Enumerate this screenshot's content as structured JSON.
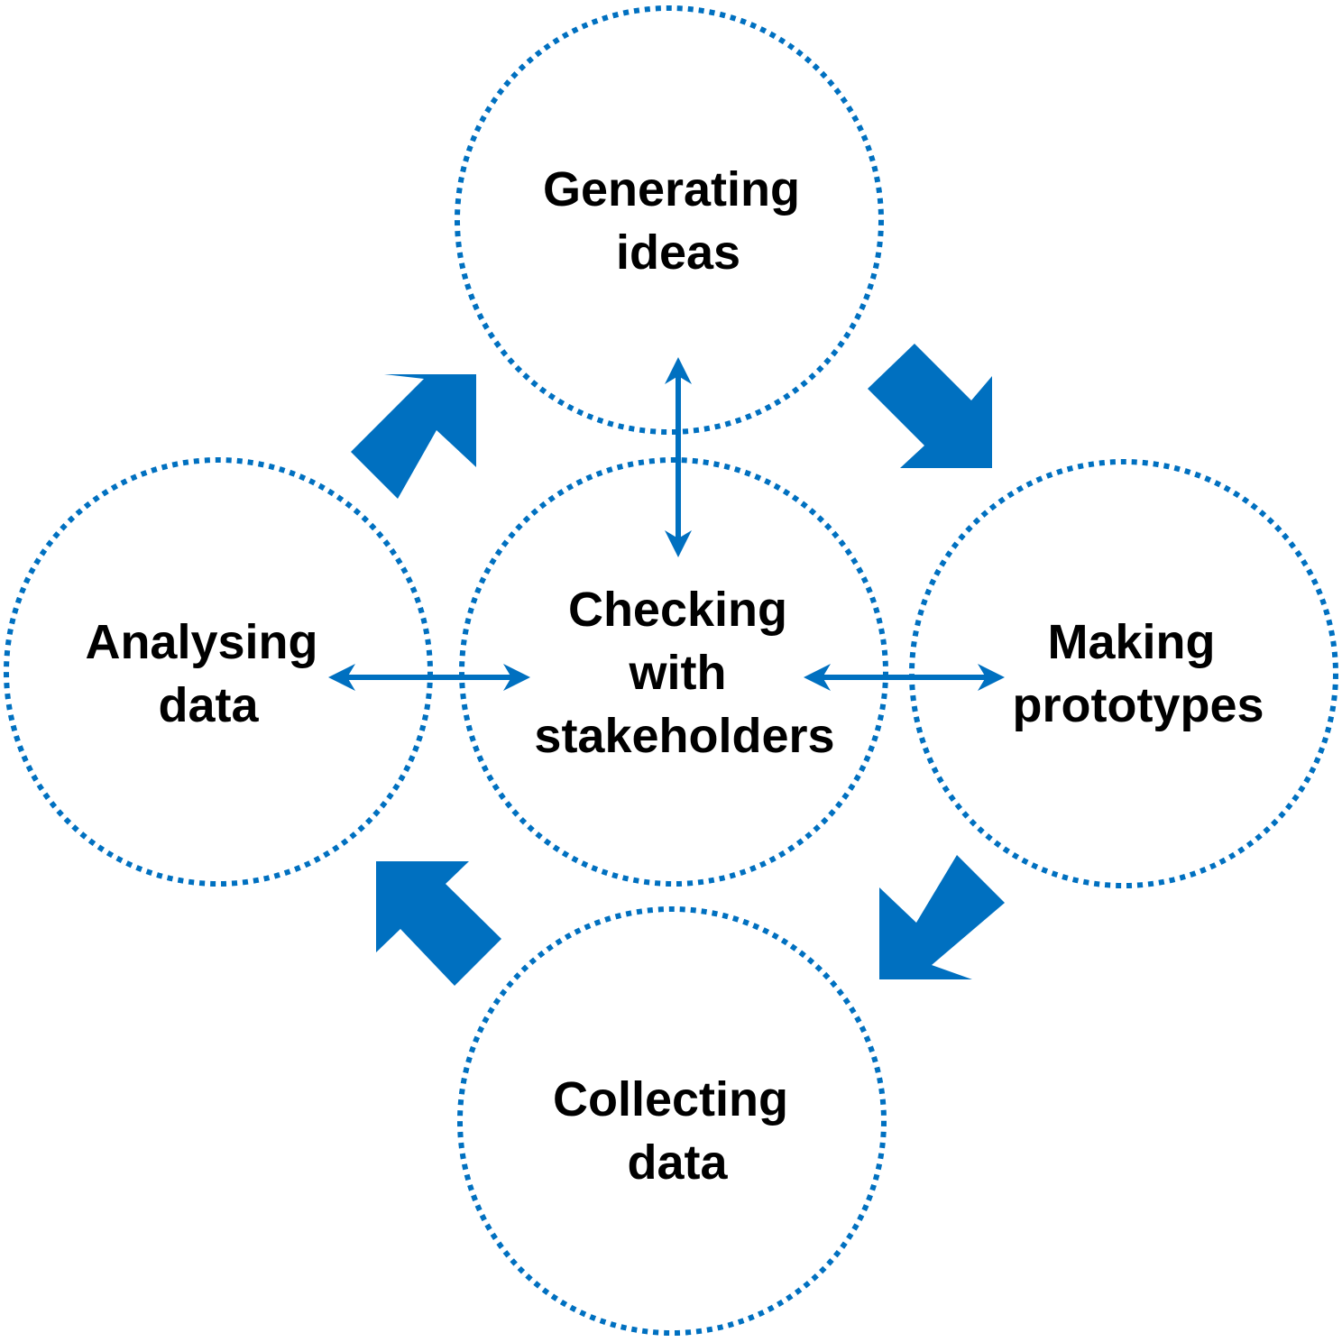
{
  "colors": {
    "accent": "#0070c0",
    "text": "#000000",
    "background": "#ffffff"
  },
  "nodes": {
    "top": {
      "lines": [
        "Generating",
        "ideas"
      ]
    },
    "center": {
      "lines": [
        "Checking",
        "with",
        "stakeholders"
      ]
    },
    "left": {
      "lines": [
        "Analysing",
        "data"
      ]
    },
    "right": {
      "lines": [
        "Making",
        "prototypes"
      ]
    },
    "bottom": {
      "lines": [
        "Collecting",
        "data"
      ]
    }
  },
  "cycle_arrows": [
    {
      "from": "left",
      "to": "top"
    },
    {
      "from": "top",
      "to": "right"
    },
    {
      "from": "right",
      "to": "bottom"
    },
    {
      "from": "bottom",
      "to": "left"
    }
  ],
  "connectors": [
    {
      "between": [
        "center",
        "top"
      ],
      "direction": "both"
    },
    {
      "between": [
        "center",
        "left"
      ],
      "direction": "both"
    },
    {
      "between": [
        "center",
        "right"
      ],
      "direction": "both"
    }
  ]
}
